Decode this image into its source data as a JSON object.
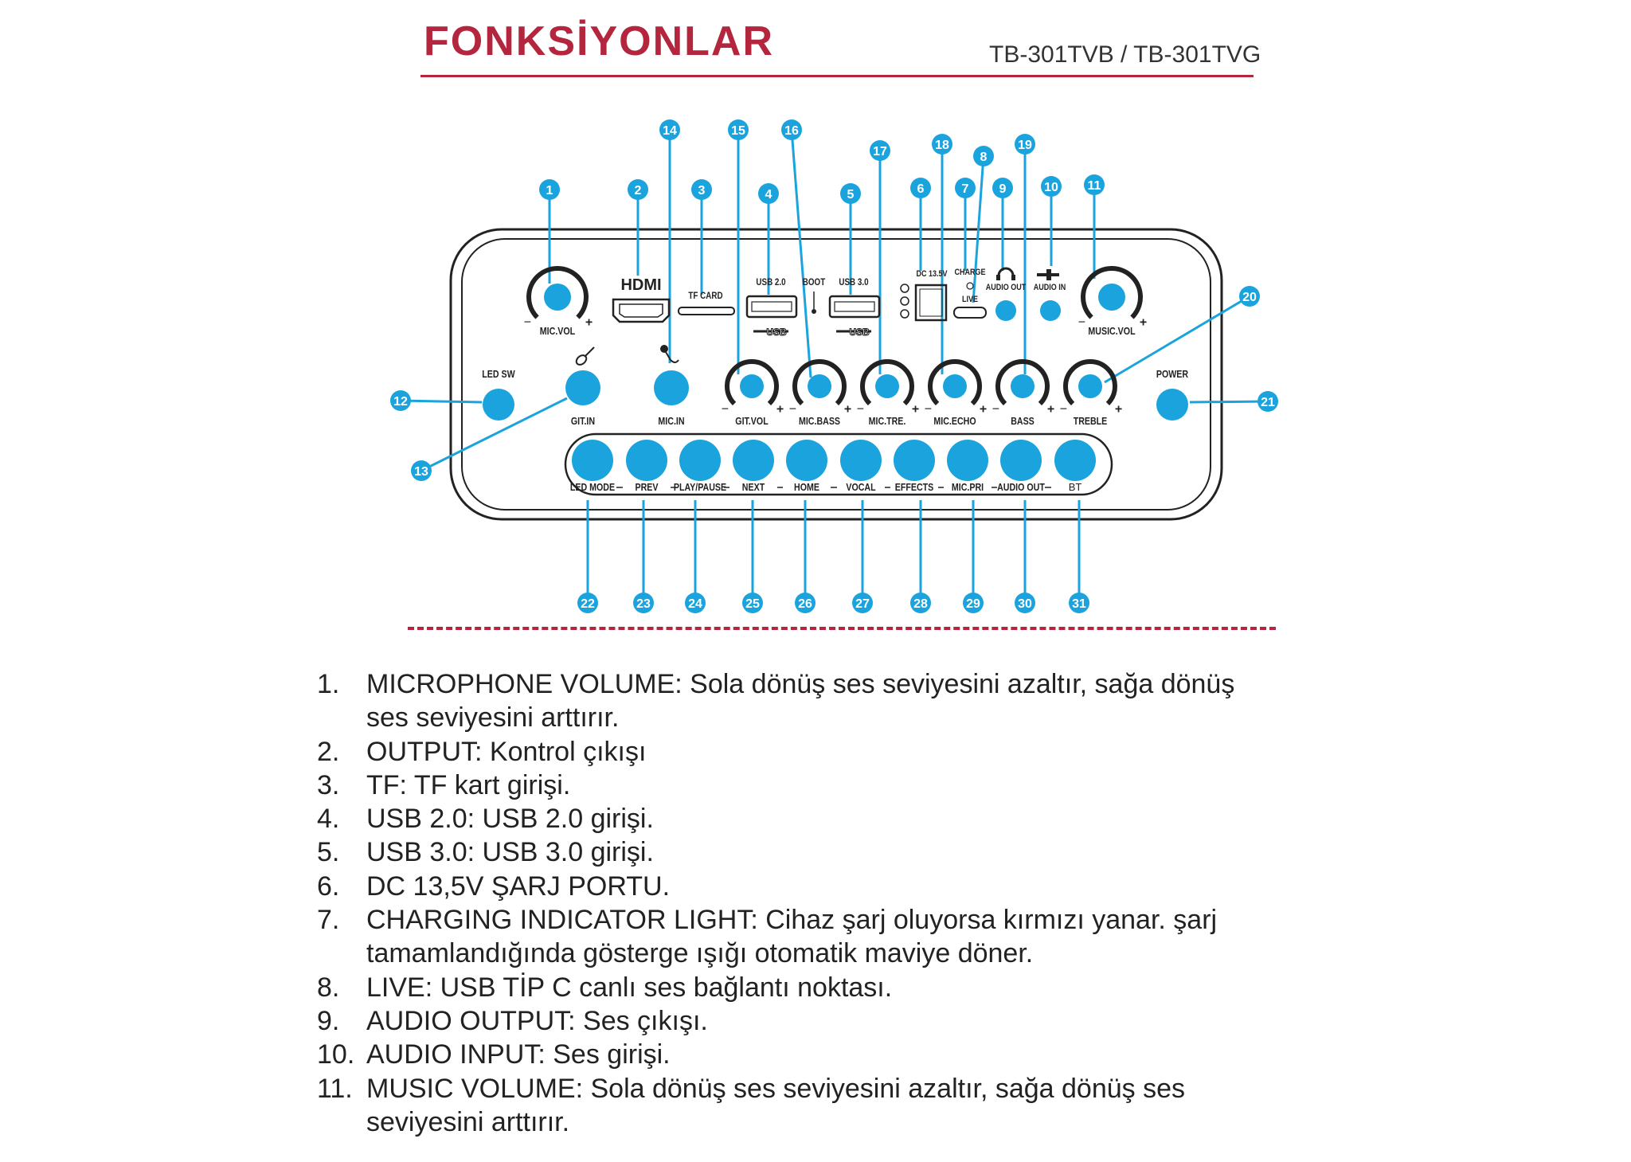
{
  "header": {
    "title": "FONKSİYONLAR",
    "model": "TB-301TVB / TB-301TVG"
  },
  "colors": {
    "title": "#b3263e",
    "rule": "#b3263e",
    "callout": "#1ba3de",
    "knob": "#1ba3de",
    "outline": "#222222"
  },
  "diagram": {
    "panel_labels": {
      "mic_vol": "MIC.VOL",
      "music_vol": "MUSIC.VOL",
      "hdmi": "HDMI",
      "tf_card": "TF CARD",
      "usb2": "USB 2.0",
      "boot": "BOOT",
      "usb3": "USB 3.0",
      "usb_logo": "USB",
      "dc": "DC 13.5V",
      "charge": "CHARGE",
      "live": "LIVE",
      "audio_out": "AUDIO OUT",
      "audio_in": "AUDIO IN",
      "led_sw": "LED SW",
      "power": "POWER",
      "git_in": "GIT.IN",
      "mic_in": "MIC.IN",
      "plus": "+",
      "minus": "−"
    },
    "knob_row": [
      "GIT.VOL",
      "MIC.BASS",
      "MIC.TRE.",
      "MIC.ECHO",
      "BASS",
      "TREBLE"
    ],
    "buttons": [
      "LED MODE",
      "PREV",
      "PLAY/PAUSE",
      "NEXT",
      "HOME",
      "VOCAL",
      "EFFECTS",
      "MIC.PRI",
      "AUDIO OUT",
      "BT"
    ],
    "callouts": [
      "1",
      "2",
      "3",
      "4",
      "5",
      "6",
      "7",
      "8",
      "9",
      "10",
      "11",
      "12",
      "13",
      "14",
      "15",
      "16",
      "17",
      "18",
      "19",
      "20",
      "21",
      "22",
      "23",
      "24",
      "25",
      "26",
      "27",
      "28",
      "29",
      "30",
      "31"
    ],
    "icons": [
      "guitar-icon",
      "microphone-icon",
      "headphone-icon",
      "jack-icon",
      "dc-polarity-icon"
    ]
  },
  "functions": [
    {
      "num": "1.",
      "lines": [
        "MICROPHONE VOLUME: Sola dönüş ses seviyesini azaltır, sağa dönüş",
        "ses seviyesini arttırır."
      ]
    },
    {
      "num": "2.",
      "lines": [
        "OUTPUT: Kontrol çıkışı"
      ]
    },
    {
      "num": "3.",
      "lines": [
        "TF: TF kart girişi."
      ]
    },
    {
      "num": "4.",
      "lines": [
        "USB 2.0: USB 2.0 girişi."
      ]
    },
    {
      "num": "5.",
      "lines": [
        "USB 3.0: USB 3.0 girişi."
      ]
    },
    {
      "num": "6.",
      "lines": [
        "DC 13,5V ŞARJ PORTU."
      ]
    },
    {
      "num": "7.",
      "lines": [
        "CHARGING INDICATOR LIGHT: Cihaz şarj oluyorsa  kırmızı yanar. şarj",
        "tamamlandığında gösterge ışığı otomatik maviye döner."
      ]
    },
    {
      "num": "8.",
      "lines": [
        "LIVE: USB TİP C canlı ses bağlantı noktası."
      ]
    },
    {
      "num": "9.",
      "lines": [
        "AUDIO OUTPUT: Ses çıkışı."
      ]
    },
    {
      "num": "10.",
      "lines": [
        "AUDIO INPUT: Ses girişi."
      ]
    },
    {
      "num": "11.",
      "lines": [
        "MUSIC VOLUME: Sola dönüş ses seviyesini azaltır, sağa dönüş ses",
        "seviyesini arttırır."
      ]
    }
  ]
}
